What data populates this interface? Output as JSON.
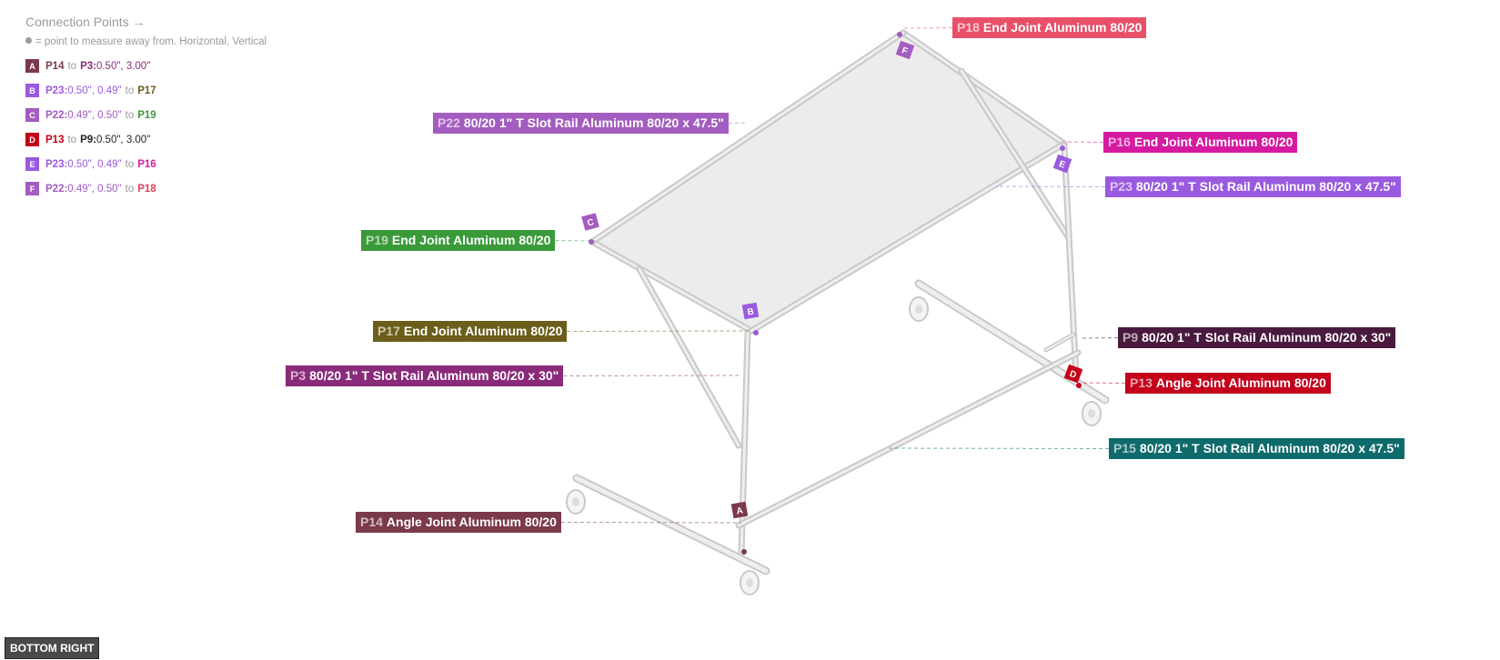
{
  "legend": {
    "title": "Connection Points →",
    "note": "= point to measure away from. Horizontal, Vertical",
    "connections": [
      {
        "letter": "A",
        "color": "#7b3a4a",
        "parts": [
          {
            "t": "P14",
            "c": "#7b3a4a",
            "w": true
          },
          {
            "t": "to",
            "c": "#9a9a9a",
            "m": true
          },
          {
            "t": "P3:",
            "c": "#8a2a7a",
            "w": true
          },
          {
            "t": " 0.50\", 3.00\"",
            "c": "#8a2a7a"
          }
        ]
      },
      {
        "letter": "B",
        "color": "#9a5ae0",
        "parts": [
          {
            "t": "P23:",
            "c": "#9a5ae0",
            "w": true
          },
          {
            "t": " 0.50\", 0.49\"",
            "c": "#9a5ae0"
          },
          {
            "t": "to",
            "c": "#9a9a9a",
            "m": true
          },
          {
            "t": "P17",
            "c": "#6b5e1a",
            "w": true
          }
        ]
      },
      {
        "letter": "C",
        "color": "#a35cc0",
        "parts": [
          {
            "t": "P22:",
            "c": "#a35cc0",
            "w": true
          },
          {
            "t": " 0.49\", 0.50\"",
            "c": "#a35cc0"
          },
          {
            "t": "to",
            "c": "#9a9a9a",
            "m": true
          },
          {
            "t": "P19",
            "c": "#3a9a3a",
            "w": true
          }
        ]
      },
      {
        "letter": "D",
        "color": "#c4001a",
        "parts": [
          {
            "t": "P13",
            "c": "#c4001a",
            "w": true
          },
          {
            "t": "to",
            "c": "#9a9a9a",
            "m": true
          },
          {
            "t": "P9:",
            "c": "#222222",
            "w": true
          },
          {
            "t": " 0.50\", 3.00\"",
            "c": "#222222"
          }
        ]
      },
      {
        "letter": "E",
        "color": "#9a5ae0",
        "parts": [
          {
            "t": "P23:",
            "c": "#9a5ae0",
            "w": true
          },
          {
            "t": " 0.50\", 0.49\"",
            "c": "#9a5ae0"
          },
          {
            "t": "to",
            "c": "#9a9a9a",
            "m": true
          },
          {
            "t": "P16",
            "c": "#d61aa0",
            "w": true
          }
        ]
      },
      {
        "letter": "F",
        "color": "#a35cc0",
        "parts": [
          {
            "t": "P22:",
            "c": "#a35cc0",
            "w": true
          },
          {
            "t": " 0.49\", 0.50\"",
            "c": "#a35cc0"
          },
          {
            "t": "to",
            "c": "#9a9a9a",
            "m": true
          },
          {
            "t": "P18",
            "c": "#e0405a",
            "w": true
          }
        ]
      }
    ]
  },
  "callouts": [
    {
      "id": "P18",
      "label": "End Joint Aluminum 80/20",
      "bg": "#e8506a"
    },
    {
      "id": "P22",
      "label": "80/20 1\" T Slot Rail Aluminum 80/20 x 47.5\"",
      "bg": "#a35cc0"
    },
    {
      "id": "P16",
      "label": "End Joint Aluminum 80/20",
      "bg": "#d61aa0"
    },
    {
      "id": "P23",
      "label": "80/20 1\" T Slot Rail Aluminum 80/20 x 47.5\"",
      "bg": "#9a5ae0"
    },
    {
      "id": "P19",
      "label": "End Joint Aluminum 80/20",
      "bg": "#3a9a3a"
    },
    {
      "id": "P17",
      "label": "End Joint Aluminum 80/20",
      "bg": "#6b5e1a"
    },
    {
      "id": "P9",
      "label": "80/20 1\" T Slot Rail Aluminum 80/20 x 30\"",
      "bg": "#4a1a3e"
    },
    {
      "id": "P3",
      "label": "80/20 1\" T Slot Rail Aluminum 80/20 x 30\"",
      "bg": "#8a2a7a"
    },
    {
      "id": "P13",
      "label": "Angle Joint Aluminum 80/20",
      "bg": "#c4001a"
    },
    {
      "id": "P15",
      "label": "80/20 1\" T Slot Rail Aluminum 80/20 x 47.5\"",
      "bg": "#0f6b6b"
    },
    {
      "id": "P14",
      "label": "Angle Joint Aluminum 80/20",
      "bg": "#7b3a4a"
    }
  ],
  "markers": [
    {
      "letter": "F",
      "color": "#a35cc0"
    },
    {
      "letter": "E",
      "color": "#9a5ae0"
    },
    {
      "letter": "C",
      "color": "#a35cc0"
    },
    {
      "letter": "B",
      "color": "#9a5ae0"
    },
    {
      "letter": "D",
      "color": "#c4001a"
    },
    {
      "letter": "A",
      "color": "#7b3a4a"
    }
  ],
  "view_label": "BOTTOM RIGHT"
}
